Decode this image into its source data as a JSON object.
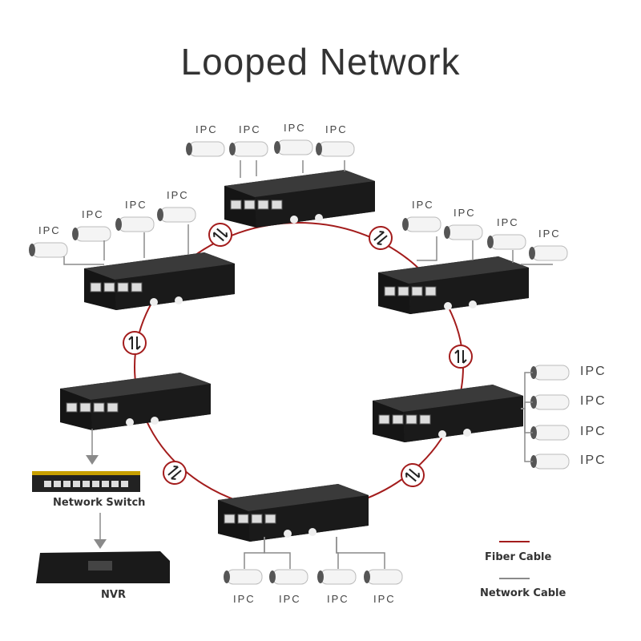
{
  "title": "Looped Network",
  "camera_label": "IPC",
  "switch_label": "Network Switch",
  "nvr_label": "NVR",
  "legend": [
    {
      "label": "Fiber Cable",
      "color": "#a31c1c"
    },
    {
      "label": "Network Cable",
      "color": "#8a8a8a"
    }
  ],
  "colors": {
    "fiber": "#a31c1c",
    "network": "#8a8a8a",
    "device": "#1c1c1c"
  }
}
